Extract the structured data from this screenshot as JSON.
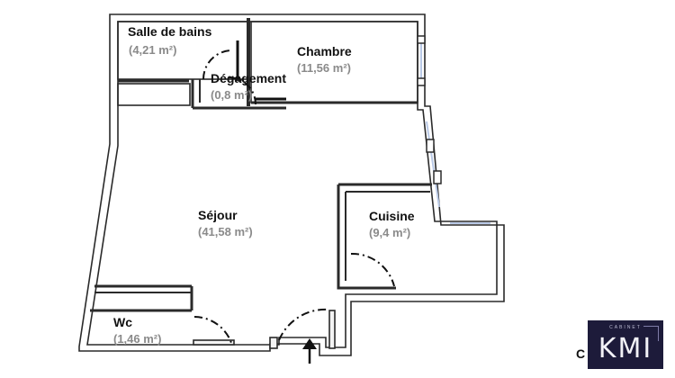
{
  "rooms": {
    "salle_de_bains": {
      "name": "Salle de bains",
      "area": "(4,21 m²)"
    },
    "chambre": {
      "name": "Chambre",
      "area": "(11,56 m²)"
    },
    "degagement": {
      "name": "Dégagement",
      "area": "(0,8 m²)"
    },
    "sejour": {
      "name": "Séjour",
      "area": "(41,58 m²)"
    },
    "cuisine": {
      "name": "Cuisine",
      "area": "(9,4 m²)"
    },
    "wc": {
      "name": "Wc",
      "area": "(1,46 m²)"
    }
  },
  "logo": {
    "small": "CABINET",
    "main": "KMI"
  },
  "stray_letter": "C",
  "colors": {
    "wall": "#2a2a2a",
    "wall_fill": "#f4f4f4",
    "door_arc": "#111111",
    "window": "#b9c9e6",
    "logo_bg": "#1d1b3a"
  },
  "icons": {
    "entrance": "arrow-up-icon"
  }
}
